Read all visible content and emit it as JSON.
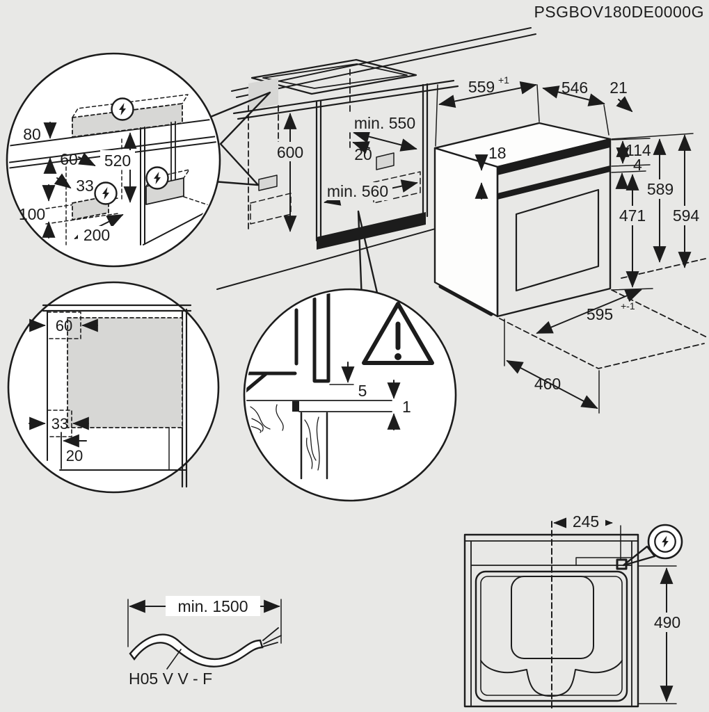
{
  "title": "PSGBOV180DE0000G",
  "colors": {
    "background": "#e8e8e6",
    "line": "#1c1c1c",
    "gray_fill": "#d7d7d5",
    "white": "#ffffff"
  },
  "icons": {
    "electrical": "lightning-bolt-circle-icon",
    "warning": "warning-triangle-icon"
  },
  "installation_view": {
    "niche_height": "600",
    "niche_depth": "min. 550",
    "hob_gap": "20",
    "niche_width": "min. 560"
  },
  "oven_view": {
    "cutout_width": "559",
    "cutout_width_tol": "+1",
    "depth": "546",
    "rear_gap": "21",
    "top_trim": "18",
    "panel_height": "114",
    "gap": "4",
    "height_a": "589",
    "height_b": "594",
    "door_height": "471",
    "width": "595",
    "width_tol": "+-1",
    "base_depth": "460"
  },
  "wall_detail": {
    "above_counter": "80",
    "side_offset": "60",
    "below_counter": "520",
    "box_offset": "33",
    "box_height": "100",
    "depth_offset": "200"
  },
  "side_detail": {
    "top_zone": "60",
    "bottom_zone": "33",
    "plinth_recess": "20"
  },
  "front_gap_detail": {
    "front_clearance": "5",
    "bottom_gap": "1"
  },
  "cable": {
    "min_length": "min. 1500",
    "cable_type": "H05 V V - F"
  },
  "rear_view": {
    "connection_offset": "245",
    "connection_height": "490"
  }
}
